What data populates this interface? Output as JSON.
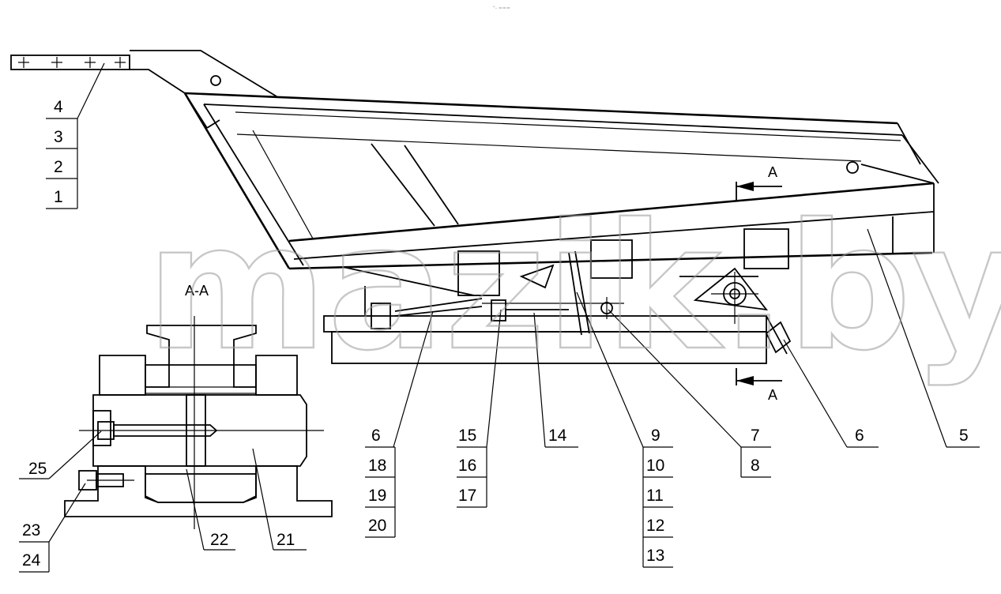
{
  "watermark": "mazik.by",
  "header_mark": "\"- ===",
  "section": {
    "label": "А-А",
    "arrow_top": "А",
    "arrow_bottom": "А"
  },
  "callouts": {
    "c1": "1",
    "c2": "2",
    "c3": "3",
    "c4": "4",
    "c5": "5",
    "c6a": "6",
    "c6b": "6",
    "c7": "7",
    "c8": "8",
    "c9": "9",
    "c10": "10",
    "c11": "11",
    "c12": "12",
    "c13": "13",
    "c14": "14",
    "c15": "15",
    "c16": "16",
    "c17": "17",
    "c18": "18",
    "c19": "19",
    "c20": "20",
    "c21": "21",
    "c22": "22",
    "c23": "23",
    "c24": "24",
    "c25": "25"
  }
}
